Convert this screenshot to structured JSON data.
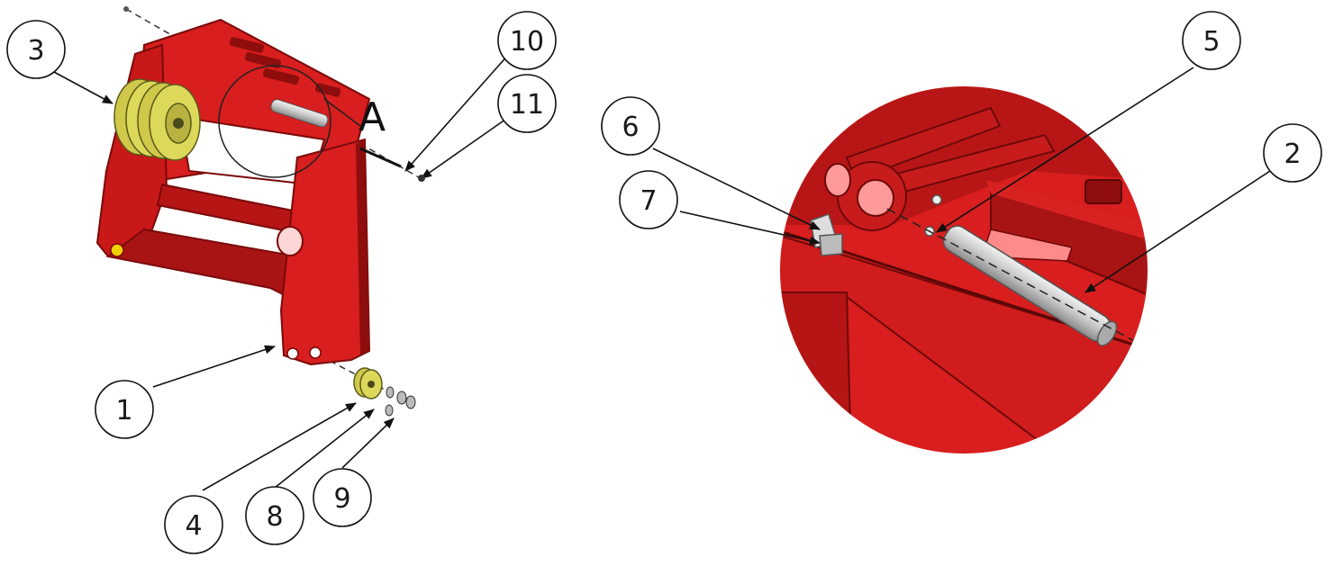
{
  "view_label": "A",
  "balloons": {
    "b1": "1",
    "b2": "2",
    "b3": "3",
    "b4": "4",
    "b5": "5",
    "b6": "6",
    "b7": "7",
    "b8": "8",
    "b9": "9",
    "b10": "10",
    "b11": "11"
  },
  "colors": {
    "frame_red": "#d81e1e",
    "frame_dark": "#8e0d0d",
    "frame_shadow": "#a81414",
    "roller_yellow": "#dcd85a",
    "pin_grey": "#c8c8c8",
    "line": "#111111"
  }
}
